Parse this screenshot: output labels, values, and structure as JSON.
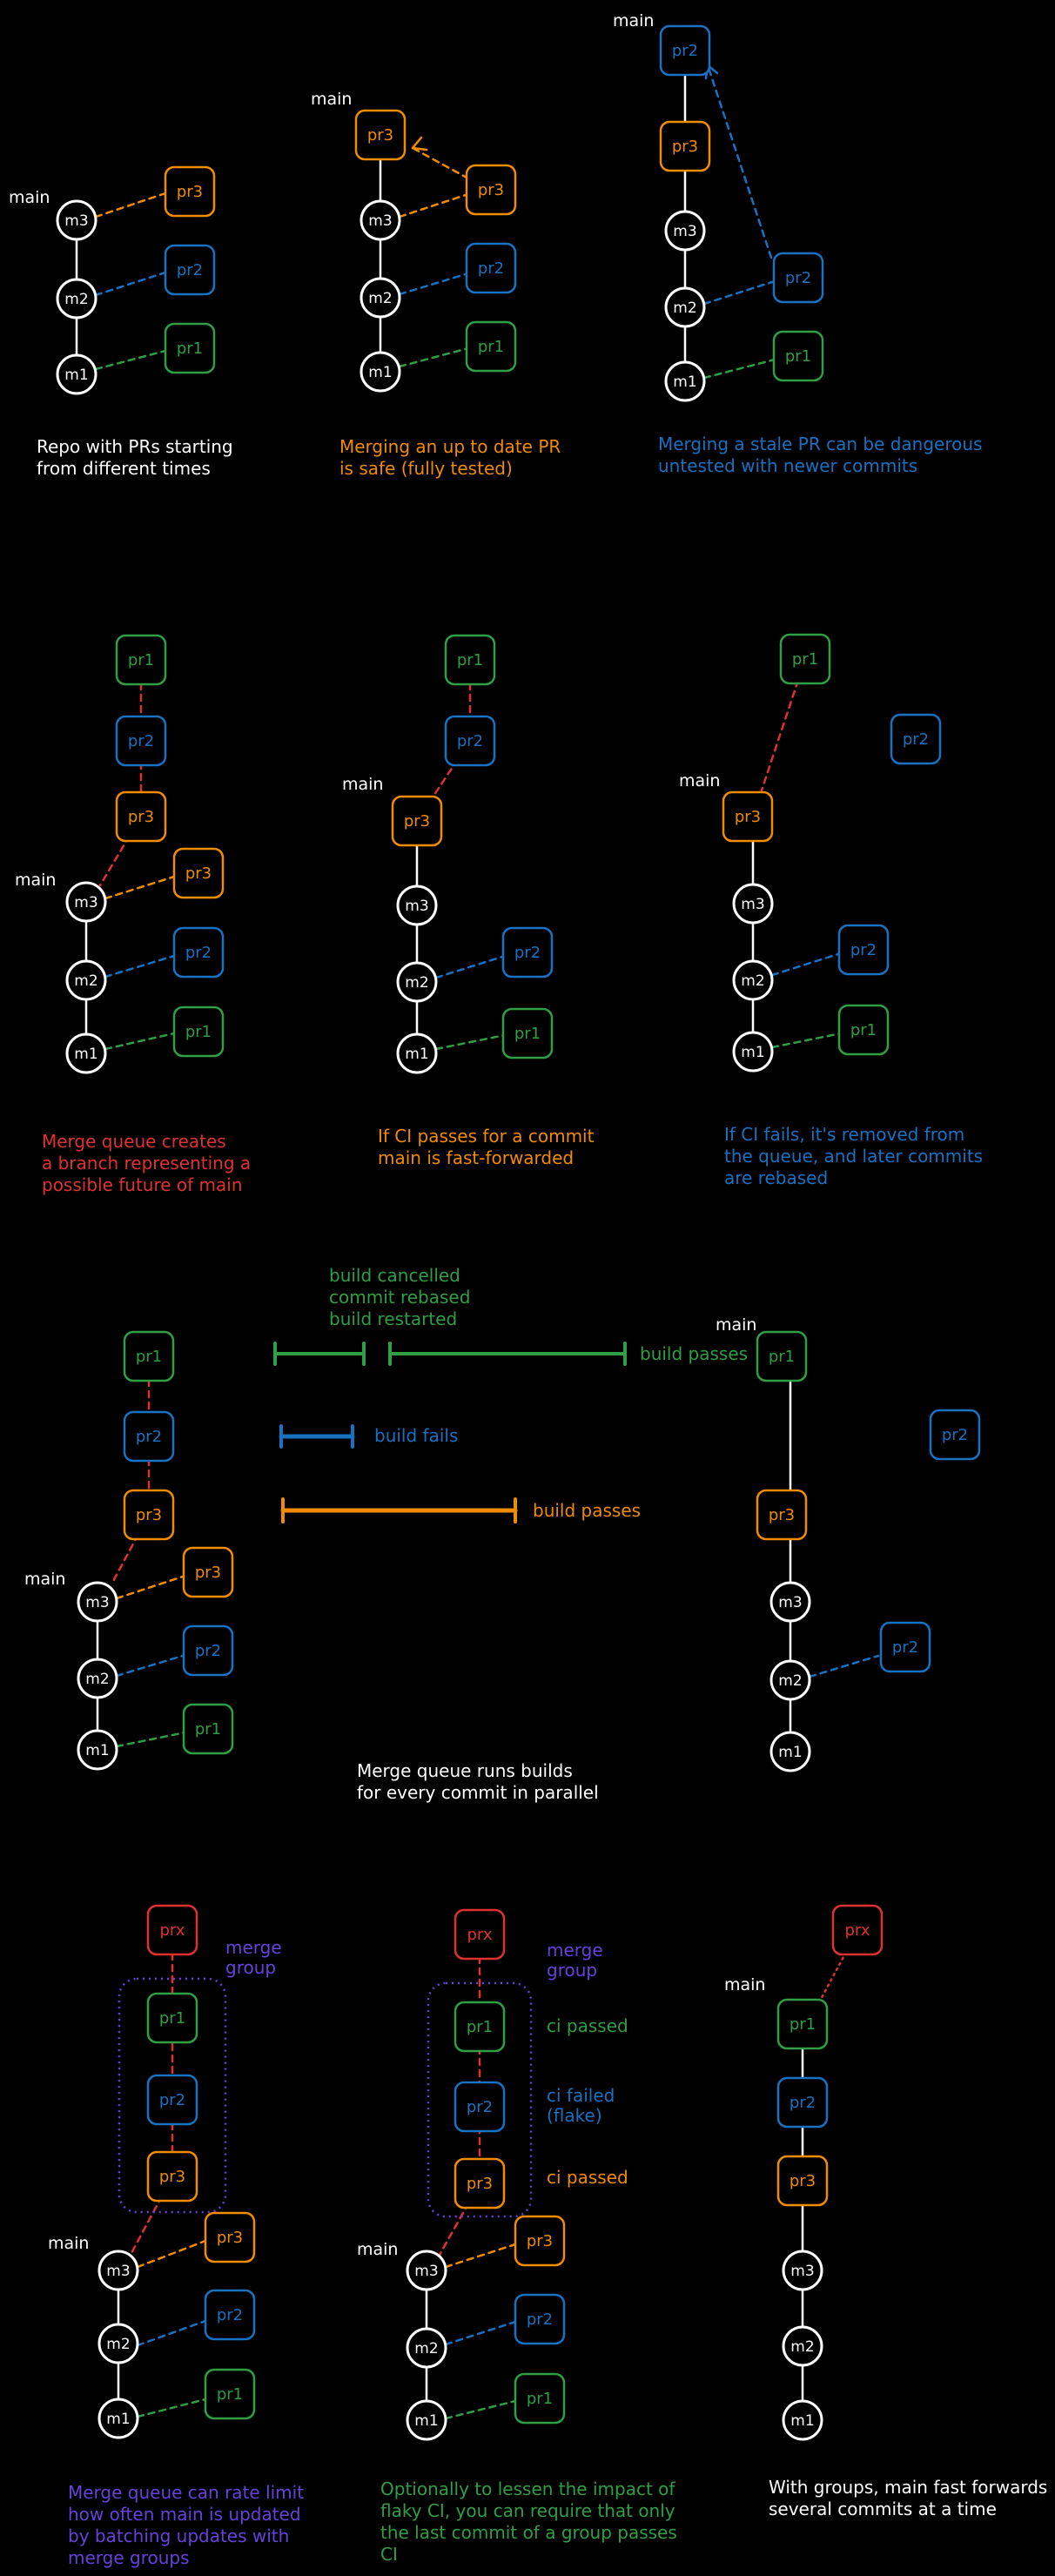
{
  "colors": {
    "white": "#ffffff",
    "orange": "#f08c00",
    "blue": "#1971c2",
    "green": "#2f9e44",
    "red": "#e03131",
    "purple": "#6741d9"
  },
  "labels": {
    "main": "main",
    "m1": "m1",
    "m2": "m2",
    "m3": "m3",
    "pr1": "pr1",
    "pr2": "pr2",
    "pr3": "pr3",
    "prx": "prx"
  },
  "captions": {
    "c1": [
      "Repo with PRs starting",
      "from different times"
    ],
    "c2": [
      "Merging an up to date PR",
      "is safe (fully tested)"
    ],
    "c3": [
      "Merging a stale PR can be dangerous",
      "untested with newer commits"
    ],
    "c4": [
      "Merge queue creates",
      "a branch representing a",
      "possible future of main"
    ],
    "c5": [
      "If CI passes for a commit",
      "main is fast-forwarded"
    ],
    "c6": [
      "If CI fails, it's removed from",
      "the queue, and later commits",
      "are rebased"
    ],
    "c7": [
      "Merge queue runs builds",
      "for every commit in parallel"
    ],
    "c8": [
      "Merge queue can rate limit",
      "how often main is updated",
      "by batching updates with",
      "merge groups"
    ],
    "c9": [
      "Optionally to lessen the impact of",
      "flaky CI, you can require that only",
      "the last commit of a group passes",
      "CI"
    ],
    "c10": [
      "With groups, main fast forwards",
      "several commits at a time"
    ]
  },
  "builds": {
    "cancelled": [
      "build cancelled",
      "commit rebased",
      "build restarted"
    ],
    "green_passes": "build passes",
    "blue_fails": "build fails",
    "orange_passes": "build passes"
  },
  "group": {
    "merge_group": [
      "merge",
      "group"
    ],
    "ci_passed": "ci passed",
    "ci_failed": [
      "ci failed",
      "(flake)"
    ]
  }
}
